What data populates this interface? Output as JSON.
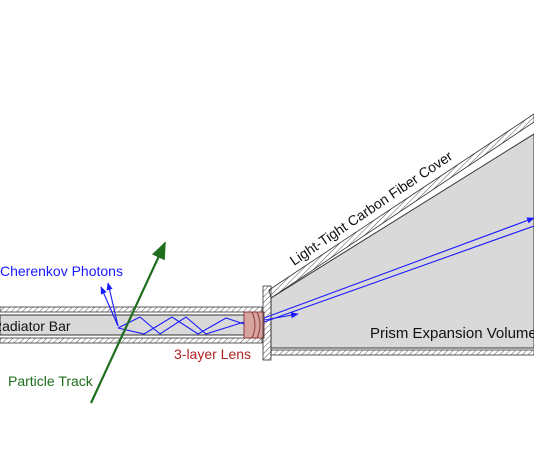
{
  "labels": {
    "cherenkov_photons": "Cherenkov Photons",
    "radiator_bar": "Radiator Bar",
    "particle_track": "Particle Track",
    "lens": "3-layer Lens",
    "carbon_fiber_cover": "Light-Tight Carbon Fiber Cover",
    "prism_volume": "Prism Expansion Volume"
  },
  "colors": {
    "photon": "#1a1aff",
    "particle": "#1e6e1e",
    "lens": "#b22222",
    "label_text": "#111111",
    "gray_fill": "#d9d9d9",
    "hatch": "#555555"
  }
}
